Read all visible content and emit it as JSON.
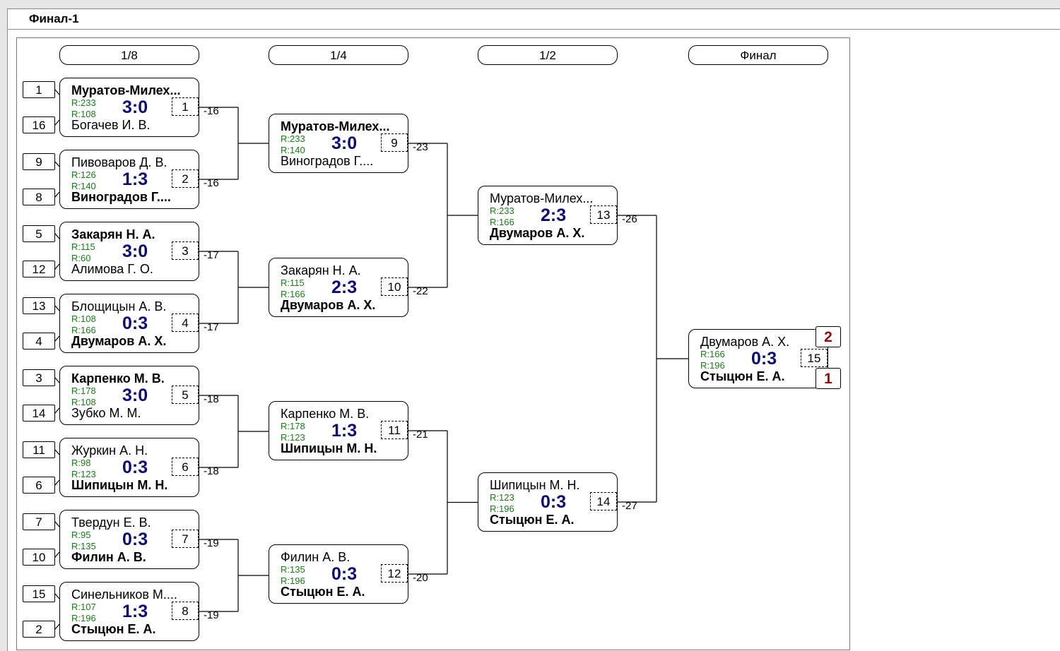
{
  "title": "Финал-1",
  "rounds": [
    "1/8",
    "1/4",
    "1/2",
    "Финал"
  ],
  "seeds": [
    "1",
    "16",
    "9",
    "8",
    "5",
    "12",
    "13",
    "4",
    "3",
    "14",
    "11",
    "6",
    "7",
    "10",
    "15",
    "2"
  ],
  "matches": [
    {
      "p1": "Муратов-Милех...",
      "r1": "R:233",
      "p2": "Богачев И. В.",
      "r2": "R:108",
      "score": "3:0",
      "num": "1",
      "winner": 1,
      "loser_label": "-16"
    },
    {
      "p1": "Пивоваров Д. В.",
      "r1": "R:126",
      "p2": "Виноградов Г....",
      "r2": "R:140",
      "score": "1:3",
      "num": "2",
      "winner": 2,
      "loser_label": "-16"
    },
    {
      "p1": "Закарян Н. А.",
      "r1": "R:115",
      "p2": "Алимова Г. О.",
      "r2": "R:60",
      "score": "3:0",
      "num": "3",
      "winner": 1,
      "loser_label": "-17"
    },
    {
      "p1": "Блощицын А. В.",
      "r1": "R:108",
      "p2": "Двумаров А. Х.",
      "r2": "R:166",
      "score": "0:3",
      "num": "4",
      "winner": 2,
      "loser_label": "-17"
    },
    {
      "p1": "Карпенко М. В.",
      "r1": "R:178",
      "p2": "Зубко М. М.",
      "r2": "R:108",
      "score": "3:0",
      "num": "5",
      "winner": 1,
      "loser_label": "-18"
    },
    {
      "p1": "Журкин А. Н.",
      "r1": "R:98",
      "p2": "Шипицын М. Н.",
      "r2": "R:123",
      "score": "0:3",
      "num": "6",
      "winner": 2,
      "loser_label": "-18"
    },
    {
      "p1": "Твердун Е. В.",
      "r1": "R:95",
      "p2": "Филин А. В.",
      "r2": "R:135",
      "score": "0:3",
      "num": "7",
      "winner": 2,
      "loser_label": "-19"
    },
    {
      "p1": "Синельников М....",
      "r1": "R:107",
      "p2": "Стыцюн Е. А.",
      "r2": "R:196",
      "score": "1:3",
      "num": "8",
      "winner": 2,
      "loser_label": "-19"
    },
    {
      "p1": "Муратов-Милех...",
      "r1": "R:233",
      "p2": "Виноградов Г....",
      "r2": "R:140",
      "score": "3:0",
      "num": "9",
      "winner": 1,
      "loser_label": "-23"
    },
    {
      "p1": "Закарян Н. А.",
      "r1": "R:115",
      "p2": "Двумаров А. Х.",
      "r2": "R:166",
      "score": "2:3",
      "num": "10",
      "winner": 2,
      "loser_label": "-22"
    },
    {
      "p1": "Карпенко М. В.",
      "r1": "R:178",
      "p2": "Шипицын М. Н.",
      "r2": "R:123",
      "score": "1:3",
      "num": "11",
      "winner": 2,
      "loser_label": "-21"
    },
    {
      "p1": "Филин А. В.",
      "r1": "R:135",
      "p2": "Стыцюн Е. А.",
      "r2": "R:196",
      "score": "0:3",
      "num": "12",
      "winner": 2,
      "loser_label": "-20"
    },
    {
      "p1": "Муратов-Милех...",
      "r1": "R:233",
      "p2": "Двумаров А. Х.",
      "r2": "R:166",
      "score": "2:3",
      "num": "13",
      "winner": 2,
      "loser_label": "-26"
    },
    {
      "p1": "Шипицын М. Н.",
      "r1": "R:123",
      "p2": "Стыцюн Е. А.",
      "r2": "R:196",
      "score": "0:3",
      "num": "14",
      "winner": 2,
      "loser_label": "-27"
    },
    {
      "p1": "Двумаров А. Х.",
      "r1": "R:166",
      "p2": "Стыцюн Е. А.",
      "r2": "R:196",
      "score": "0:3",
      "num": "15",
      "winner": 2,
      "loser_label": ""
    }
  ],
  "final_places": {
    "p1": "2",
    "p2": "1"
  },
  "colors": {
    "rating": "#1d7a1d",
    "score": "#0c0c6e",
    "place": "#8b0f0f"
  }
}
